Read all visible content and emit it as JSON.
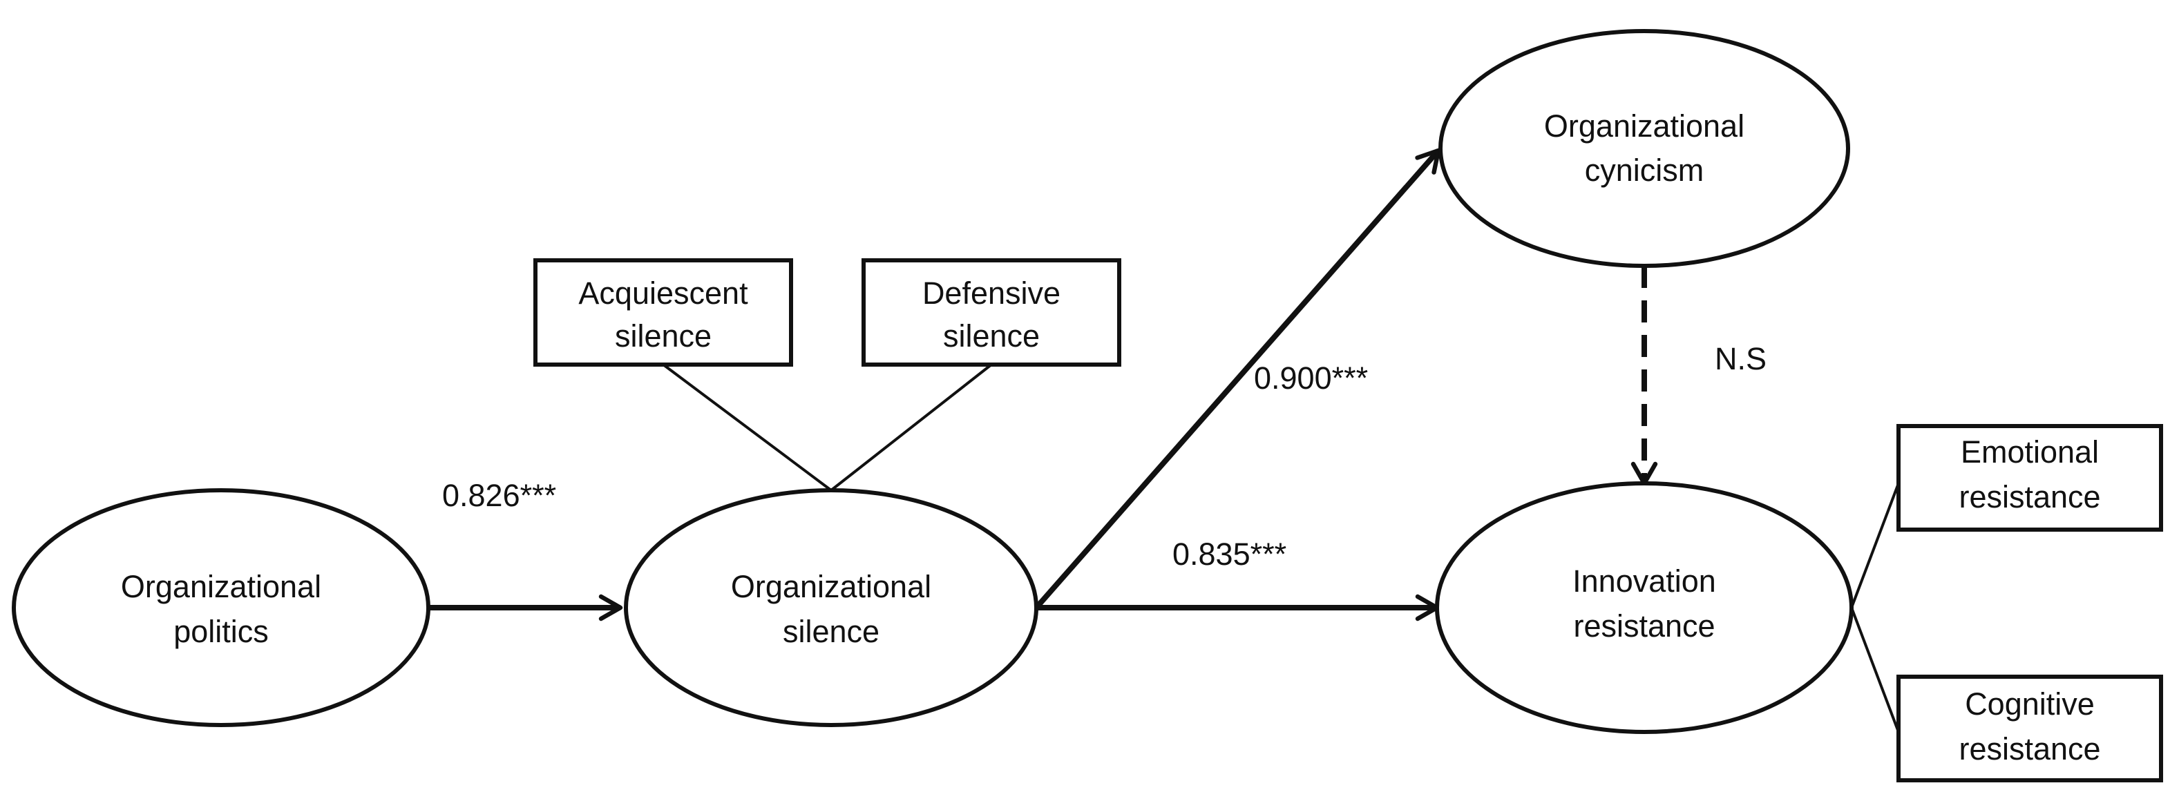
{
  "constructs": {
    "politics": {
      "line1": "Organizational",
      "line2": "politics"
    },
    "silence": {
      "line1": "Organizational",
      "line2": "silence"
    },
    "cynicism": {
      "line1": "Organizational",
      "line2": "cynicism"
    },
    "innovation": {
      "line1": "Innovation",
      "line2": "resistance"
    }
  },
  "indicators": {
    "acquiescent": {
      "line1": "Acquiescent",
      "line2": "silence"
    },
    "defensive": {
      "line1": "Defensive",
      "line2": "silence"
    },
    "emotional": {
      "line1": "Emotional",
      "line2": "resistance"
    },
    "cognitive": {
      "line1": "Cognitive",
      "line2": "resistance"
    }
  },
  "paths": {
    "politics_to_silence": "0.826***",
    "silence_to_cynicism": "0.900***",
    "silence_to_innovation": "0.835***",
    "cynicism_to_innovation": "N.S"
  }
}
